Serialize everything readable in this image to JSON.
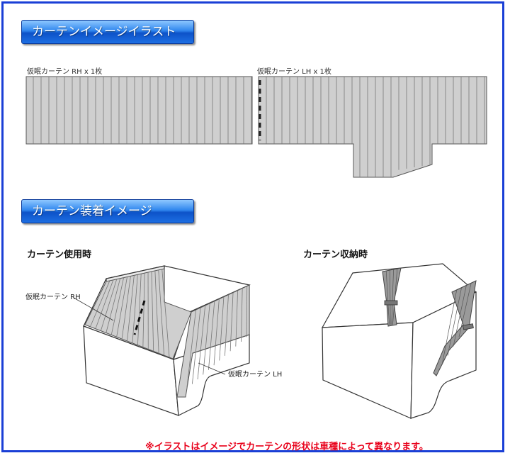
{
  "sections": {
    "illustration_title": "カーテンイメージイラスト",
    "installation_title": "カーテン装着イメージ"
  },
  "illustration": {
    "rh_label": "仮眠カーテン RH x 1枚",
    "lh_label": "仮眠カーテン LH x 1枚"
  },
  "installation": {
    "in_use_title": "カーテン使用時",
    "stored_title": "カーテン収納時",
    "rh_callout": "仮眠カーテン RH",
    "lh_callout": "仮眠カーテン LH"
  },
  "note": "※イラストはイメージでカーテンの形状は車種によって異なります。",
  "colors": {
    "frame": "#1a3fd6",
    "curtain_fill": "#cfcfcf",
    "note_red": "#e8001a"
  }
}
